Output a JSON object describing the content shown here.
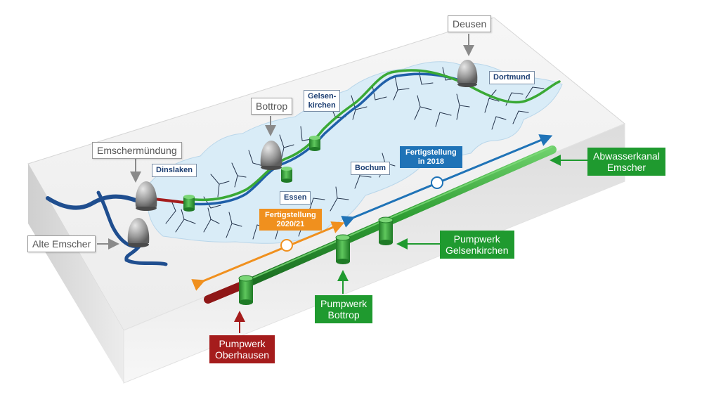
{
  "labels": {
    "deusen": "Deusen",
    "bottrop_plant": "Bottrop",
    "emschermuendung": "Emschermündung",
    "alte_emscher": "Alte Emscher",
    "dortmund": "Dortmund",
    "gelsenkirchen_line1": "Gelsen-",
    "gelsenkirchen_line2": "kirchen",
    "dinslaken": "Dinslaken",
    "bochum": "Bochum",
    "essen": "Essen",
    "fertig_2018_line1": "Fertigstellung",
    "fertig_2018_line2": "in 2018",
    "fertig_2020_line1": "Fertigstellung",
    "fertig_2020_line2": "2020/21",
    "abwasserkanal_line1": "Abwasserkanal",
    "abwasserkanal_line2": "Emscher",
    "pw_gelsenkirchen_line1": "Pumpwerk",
    "pw_gelsenkirchen_line2": "Gelsenkirchen",
    "pw_bottrop_line1": "Pumpwerk",
    "pw_bottrop_line2": "Bottrop",
    "pw_oberhausen_line1": "Pumpwerk",
    "pw_oberhausen_line2": "Oberhausen"
  },
  "colors": {
    "pipe_green": "#2f9e34",
    "pipe_red": "#a51c1c",
    "river_blue": "#1f5fa8",
    "canal_green": "#3aa935",
    "arrow_blue": "#1f73b7",
    "arrow_orange": "#f0901e",
    "catchment_fill": "#d9ecf7",
    "plant_gray": "#8e8e8e"
  },
  "icons": {
    "treatment_plant": "egg-digester-icon",
    "pumping_station": "cylinder-shaft-icon"
  }
}
